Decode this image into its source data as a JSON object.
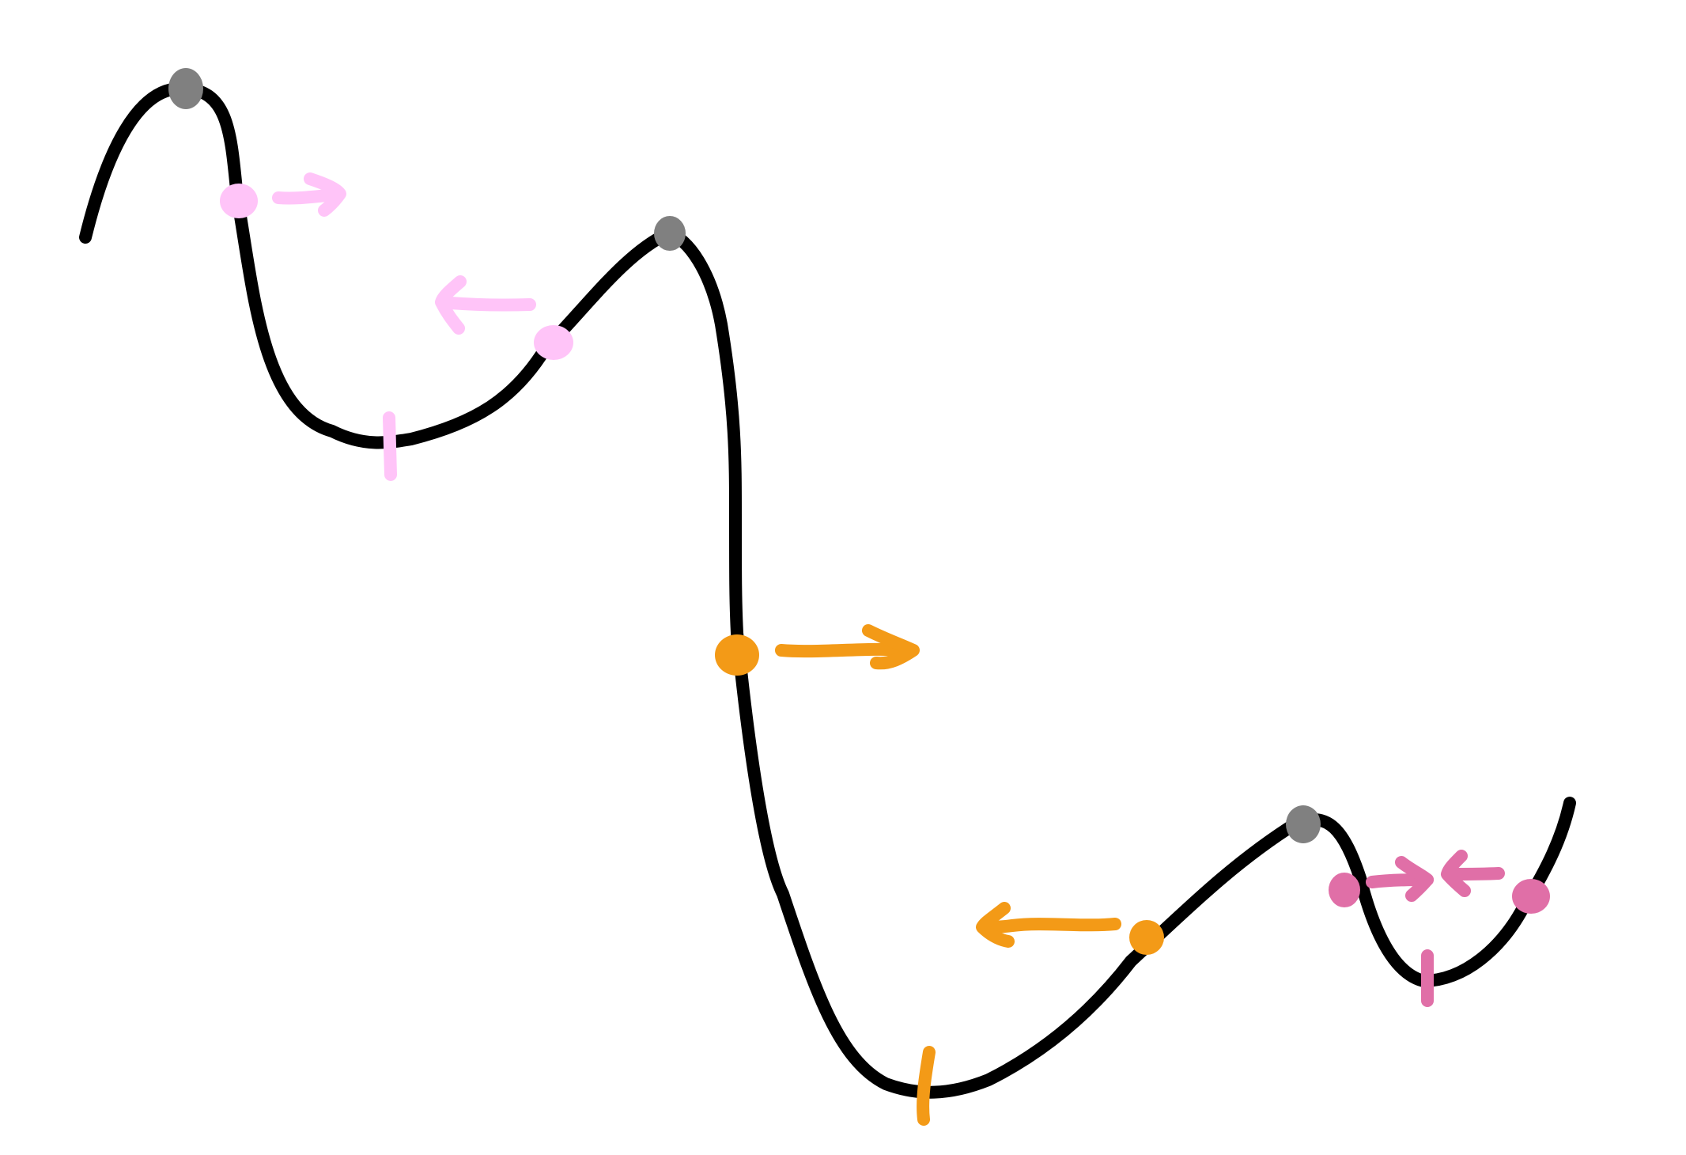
{
  "colors": {
    "curve": "#000000",
    "maximum_dot": "#808080",
    "basin_left": "#ffc4f8",
    "basin_middle": "#f39a17",
    "basin_right": "#e06fa7",
    "background": "#ffffff"
  },
  "curve": {
    "description_icon": "potential-energy-curve",
    "maxima_count": 3,
    "minima_count": 3
  },
  "basins": [
    {
      "id": "left",
      "color_key": "basin_left",
      "marker": "vertical-tick",
      "arrows": [
        "right",
        "left"
      ]
    },
    {
      "id": "middle",
      "color_key": "basin_middle",
      "marker": "vertical-tick",
      "arrows": [
        "right",
        "left"
      ]
    },
    {
      "id": "right",
      "color_key": "basin_right",
      "marker": "vertical-tick",
      "arrows": [
        "right",
        "left"
      ]
    }
  ]
}
